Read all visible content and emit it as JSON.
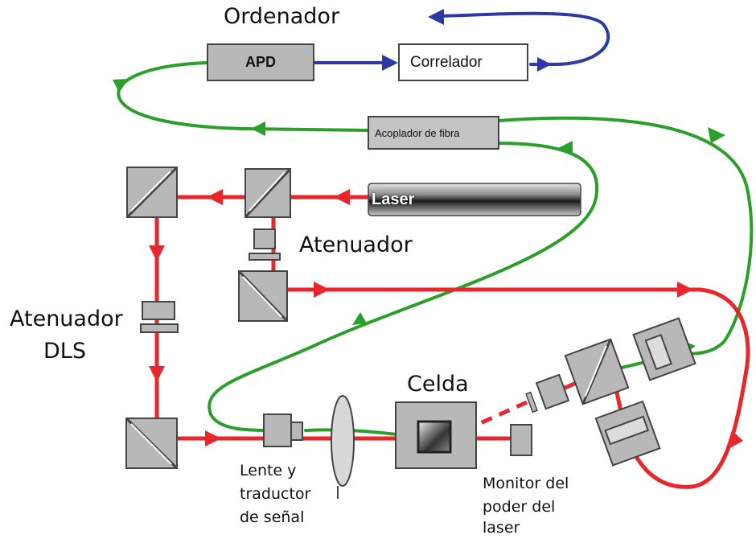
{
  "labels": {
    "ordenador": "Ordenador",
    "apd": "APD",
    "correlador": "Correlador",
    "acoplador": "Acoplador de fibra",
    "laser": "Laser",
    "atenuador": "Atenuador",
    "atenuador_dls_line1": "Atenuador",
    "atenuador_dls_line2": "DLS",
    "celda": "Celda",
    "lente_line1": "Lente y",
    "lente_line2": "traductor",
    "lente_line3": "de señal",
    "monitor_line1": "Monitor del",
    "monitor_line2": "poder del",
    "monitor_line3": "laser"
  },
  "colors": {
    "laser_beam": "#e8262b",
    "fiber": "#2aa02a",
    "signal": "#2b3aa8",
    "component_fill": "#b8b8b8",
    "component_stroke": "#444444"
  }
}
